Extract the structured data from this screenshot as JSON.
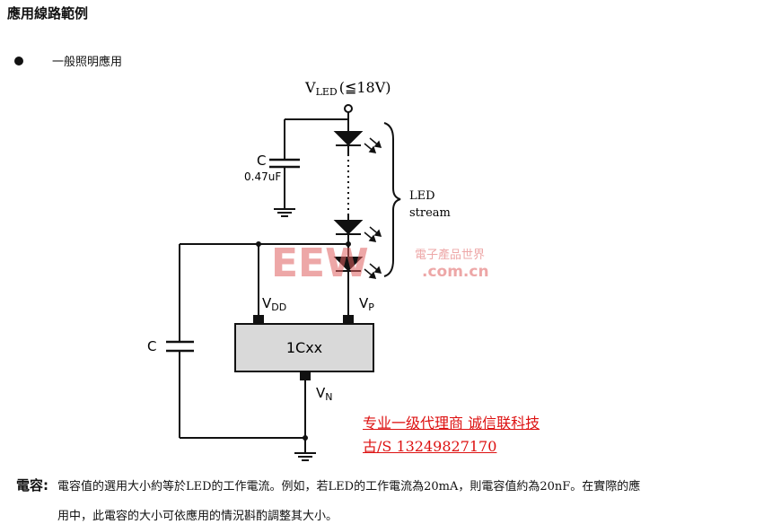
{
  "title": "應用線路範例",
  "section": {
    "bullet_text": "一般照明應用"
  },
  "circuit": {
    "vled_main": "V",
    "vled_sub": "LED",
    "vled_cond": "(≦18V)",
    "cap_top_name": "C",
    "cap_top_value": "0.47uF",
    "led_label_line1": "LED",
    "led_label_line2": "stream",
    "vdd_main": "V",
    "vdd_sub": "DD",
    "vp_main": "V",
    "vp_sub": "P",
    "ic_name": "1Cxx",
    "vn_main": "V",
    "vn_sub": "N",
    "cap_left_name": "C"
  },
  "watermark": {
    "logo": "EEW",
    "cn": "電子產品世界",
    "domain": ".com.cn"
  },
  "distributor": {
    "line1": "专业一级代理商 诚信联科技",
    "line2": "古/S 13249827170"
  },
  "note": {
    "label": "電容:",
    "line1": "電容值的選用大小約等於LED的工作電流。例如，若LED的工作電流為20mA，則電容值約為20nF。在實際的應",
    "line2": "用中，此電容的大小可依應用的情況斟酌調整其大小。"
  },
  "colors": {
    "ink": "#111111",
    "ic_fill": "#d9d9d9",
    "distributor_red": "#dd1111",
    "watermark_red": "#e06060"
  }
}
